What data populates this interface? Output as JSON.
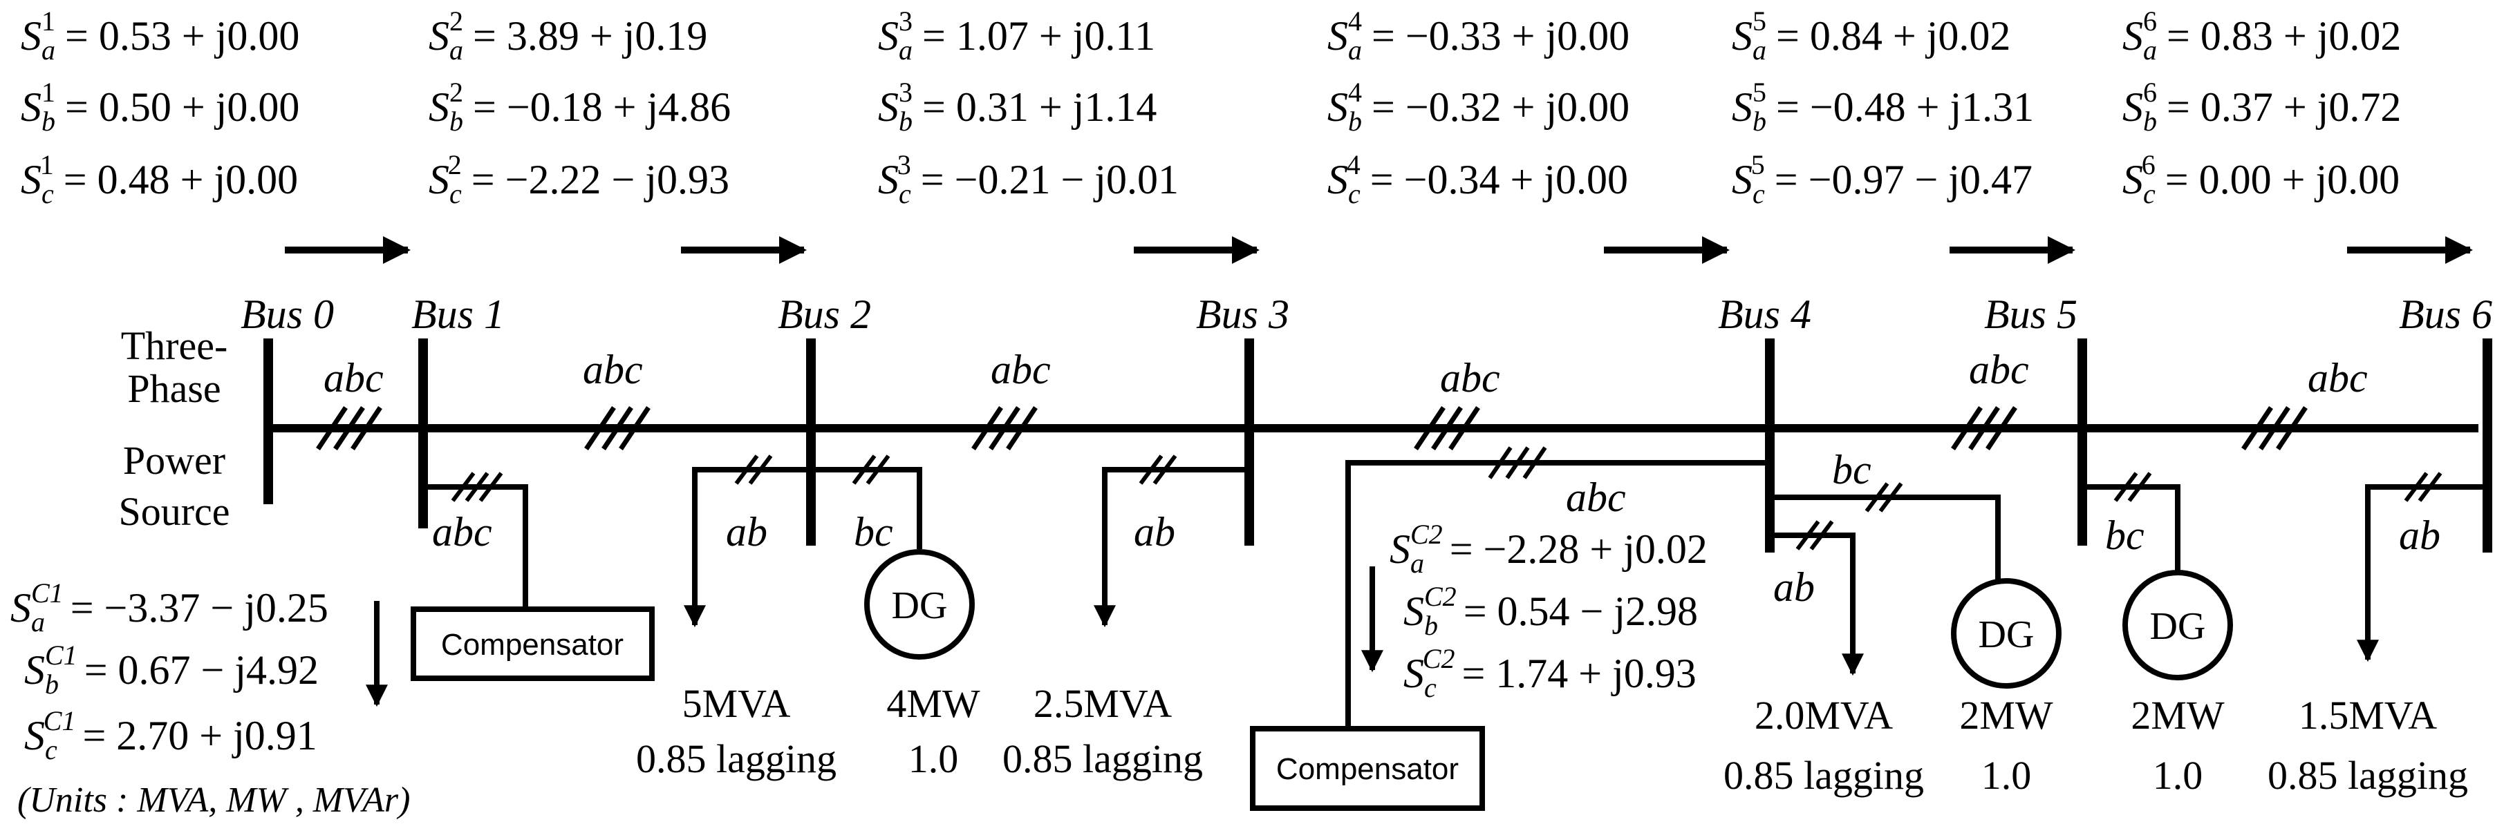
{
  "buses": [
    "Bus 0",
    "Bus 1",
    "Bus 2",
    "Bus 3",
    "Bus 4",
    "Bus 5",
    "Bus 6"
  ],
  "source_label": [
    "Three-",
    "Phase",
    "Power",
    "Source"
  ],
  "phase_labels": {
    "main": "abc",
    "ab": "ab",
    "bc": "bc"
  },
  "flows": [
    {
      "bus": "1",
      "a": "= 0.53 + j0.00",
      "b": "= 0.50 + j0.00",
      "c": "= 0.48 + j0.00"
    },
    {
      "bus": "2",
      "a": "= 3.89 + j0.19",
      "b": "= −0.18 + j4.86",
      "c": "= −2.22 − j0.93"
    },
    {
      "bus": "3",
      "a": "= 1.07 + j0.11",
      "b": "= 0.31 + j1.14",
      "c": "= −0.21 − j0.01"
    },
    {
      "bus": "4",
      "a": "= −0.33 + j0.00",
      "b": "= −0.32 + j0.00",
      "c": "= −0.34 + j0.00"
    },
    {
      "bus": "5",
      "a": "= 0.84 + j0.02",
      "b": "= −0.48 + j1.31",
      "c": "= −0.97 − j0.47"
    },
    {
      "bus": "6",
      "a": "= 0.83 + j0.02",
      "b": "= 0.37 + j0.72",
      "c": "= 0.00 + j0.00"
    }
  ],
  "compensators": [
    {
      "label": "Compensator",
      "sup": "C1",
      "a": "= −3.37 − j0.25",
      "b": "= 0.67 − j4.92",
      "c": "= 2.70 + j0.91"
    },
    {
      "label": "Compensator",
      "sup": "C2",
      "a": "= −2.28 + j0.02",
      "b": "= 0.54 − j2.98",
      "c": "= 1.74 + j0.93"
    }
  ],
  "loads": [
    {
      "rating": "5MVA",
      "pf": "0.85 lagging"
    },
    {
      "rating": "2.5MVA",
      "pf": "0.85 lagging"
    },
    {
      "rating": "2.0MVA",
      "pf": "0.85 lagging"
    },
    {
      "rating": "1.5MVA",
      "pf": "0.85 lagging"
    }
  ],
  "dgs": [
    {
      "label": "DG",
      "rating": "4MW",
      "pf": "1.0"
    },
    {
      "label": "DG",
      "rating": "2MW",
      "pf": "1.0"
    },
    {
      "label": "DG",
      "rating": "2MW",
      "pf": "1.0"
    }
  ],
  "symbol": "S",
  "phase_subs": [
    "a",
    "b",
    "c"
  ],
  "units": "(Units : MVA, MW , MVAr)"
}
